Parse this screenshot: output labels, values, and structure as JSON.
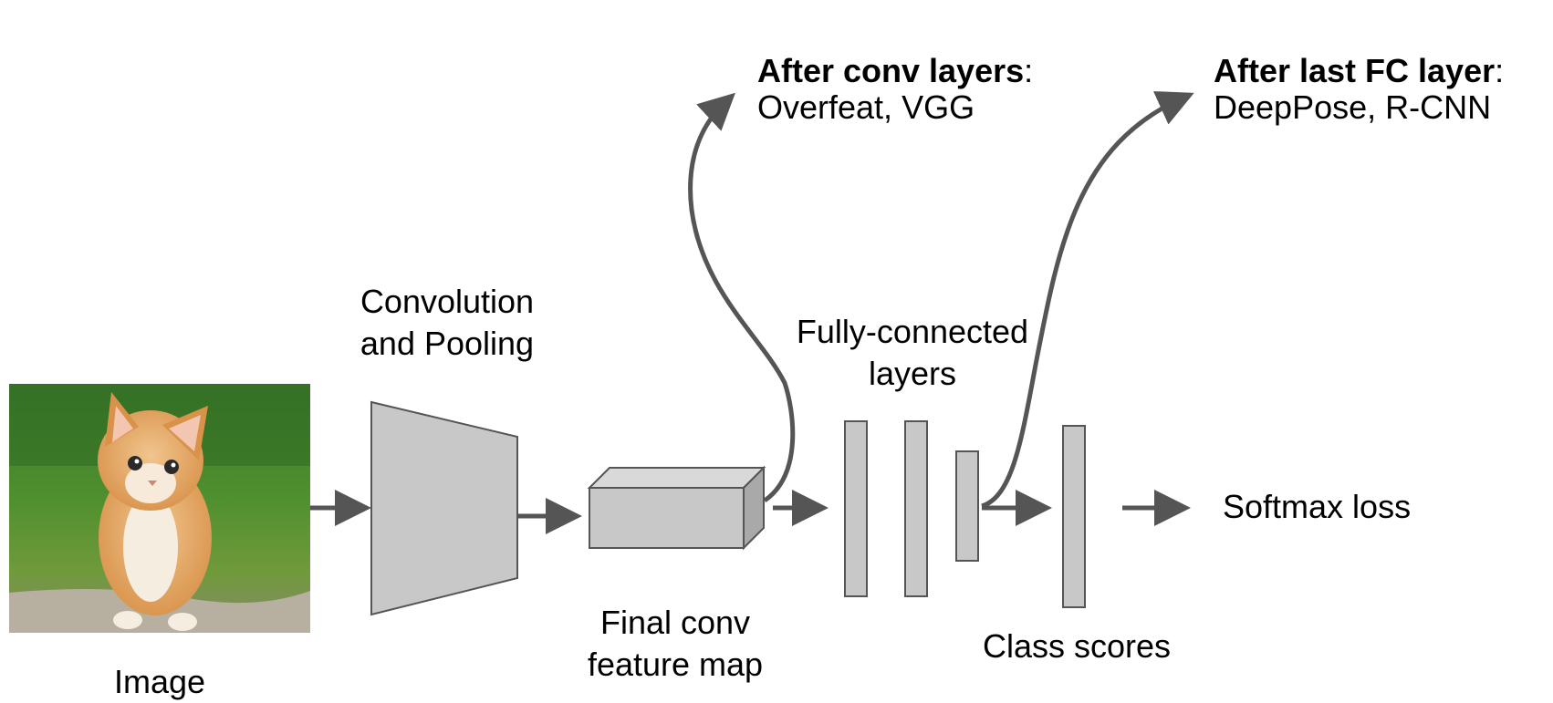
{
  "labels": {
    "image": "Image",
    "conv_line1": "Convolution",
    "conv_line2": "and Pooling",
    "final_line1": "Final conv",
    "final_line2": "feature map",
    "fc_line1": "Fully-connected",
    "fc_line2": "layers",
    "class_scores": "Class scores",
    "softmax": "Softmax loss"
  },
  "annotations": {
    "after_conv": {
      "title": "After conv layers",
      "colon": ":",
      "methods": "Overfeat, VGG"
    },
    "after_fc": {
      "title": "After last FC layer",
      "colon": ":",
      "methods": "DeepPose, R-CNN"
    }
  },
  "colors": {
    "arrow": "#555555",
    "shape_fill": "#c8c8c8",
    "shape_top": "#d9d9d9",
    "shape_side": "#a9a9a9",
    "shape_stroke": "#555555"
  },
  "icons": {
    "image": "kitten-photo"
  }
}
